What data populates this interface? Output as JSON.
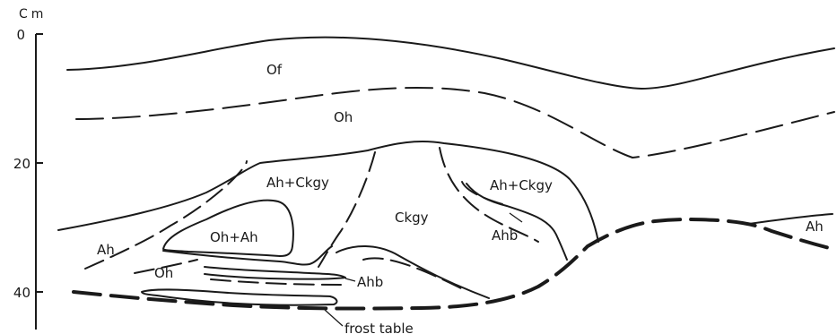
{
  "axis": {
    "unit": "Cm",
    "ticks": [
      "0",
      "20",
      "40"
    ]
  },
  "horizons": {
    "of": "Of",
    "oh_top": "Oh",
    "ah_ckgy_left": "Ah+Ckgy",
    "ah_ckgy_right": "Ah+Ckgy",
    "ckgy": "Ckgy",
    "oh_ah": "Oh+Ah",
    "ah_left": "Ah",
    "ah_right": "Ah",
    "ahb_right": "Ahb",
    "ahb_center": "Ahb",
    "oh_bottom": "Oh"
  },
  "annotations": {
    "frost_table": "frost table"
  }
}
